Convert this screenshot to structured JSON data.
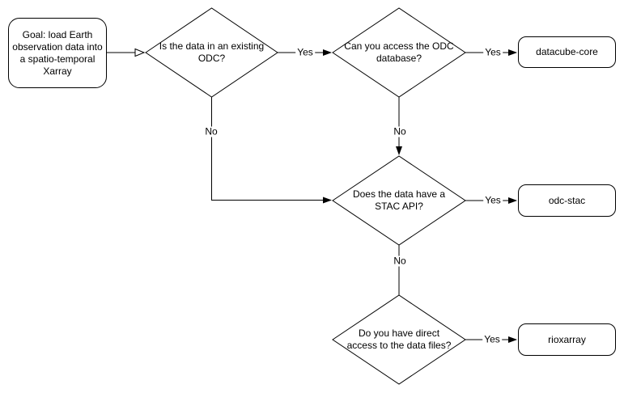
{
  "diagram": {
    "type": "flowchart",
    "colors": {
      "background": "#ffffff",
      "node_fill": "#ffffff",
      "stroke": "#000000",
      "text": "#000000"
    },
    "nodes": {
      "start": {
        "shape": "rounded-rectangle",
        "label": "Goal: load Earth observation data into a spatio-temporal Xarray"
      },
      "q_existing_odc": {
        "shape": "diamond",
        "label": "Is the data in an existing ODC?"
      },
      "q_access_db": {
        "shape": "diamond",
        "label": "Can you access the ODC database?"
      },
      "q_stac_api": {
        "shape": "diamond",
        "label": "Does the data have a STAC API?"
      },
      "q_direct_access": {
        "shape": "diamond",
        "label": "Do you have direct access to the data files?"
      },
      "result_datacube_core": {
        "shape": "rounded-rectangle",
        "label": "datacube-core"
      },
      "result_odc_stac": {
        "shape": "rounded-rectangle",
        "label": "odc-stac"
      },
      "result_rioxarray": {
        "shape": "rounded-rectangle",
        "label": "rioxarray"
      }
    },
    "edges": {
      "start_to_q_existing_odc": {
        "label": "",
        "arrowhead": "open"
      },
      "q_existing_odc_yes": {
        "label": "Yes",
        "arrowhead": "solid"
      },
      "q_existing_odc_no": {
        "label": "No",
        "arrowhead": "solid"
      },
      "q_access_db_yes": {
        "label": "Yes",
        "arrowhead": "solid"
      },
      "q_access_db_no": {
        "label": "No",
        "arrowhead": "solid"
      },
      "q_stac_api_yes": {
        "label": "Yes",
        "arrowhead": "solid"
      },
      "q_stac_api_no": {
        "label": "No",
        "arrowhead": "none"
      },
      "q_direct_access_yes": {
        "label": "Yes",
        "arrowhead": "solid"
      }
    }
  }
}
